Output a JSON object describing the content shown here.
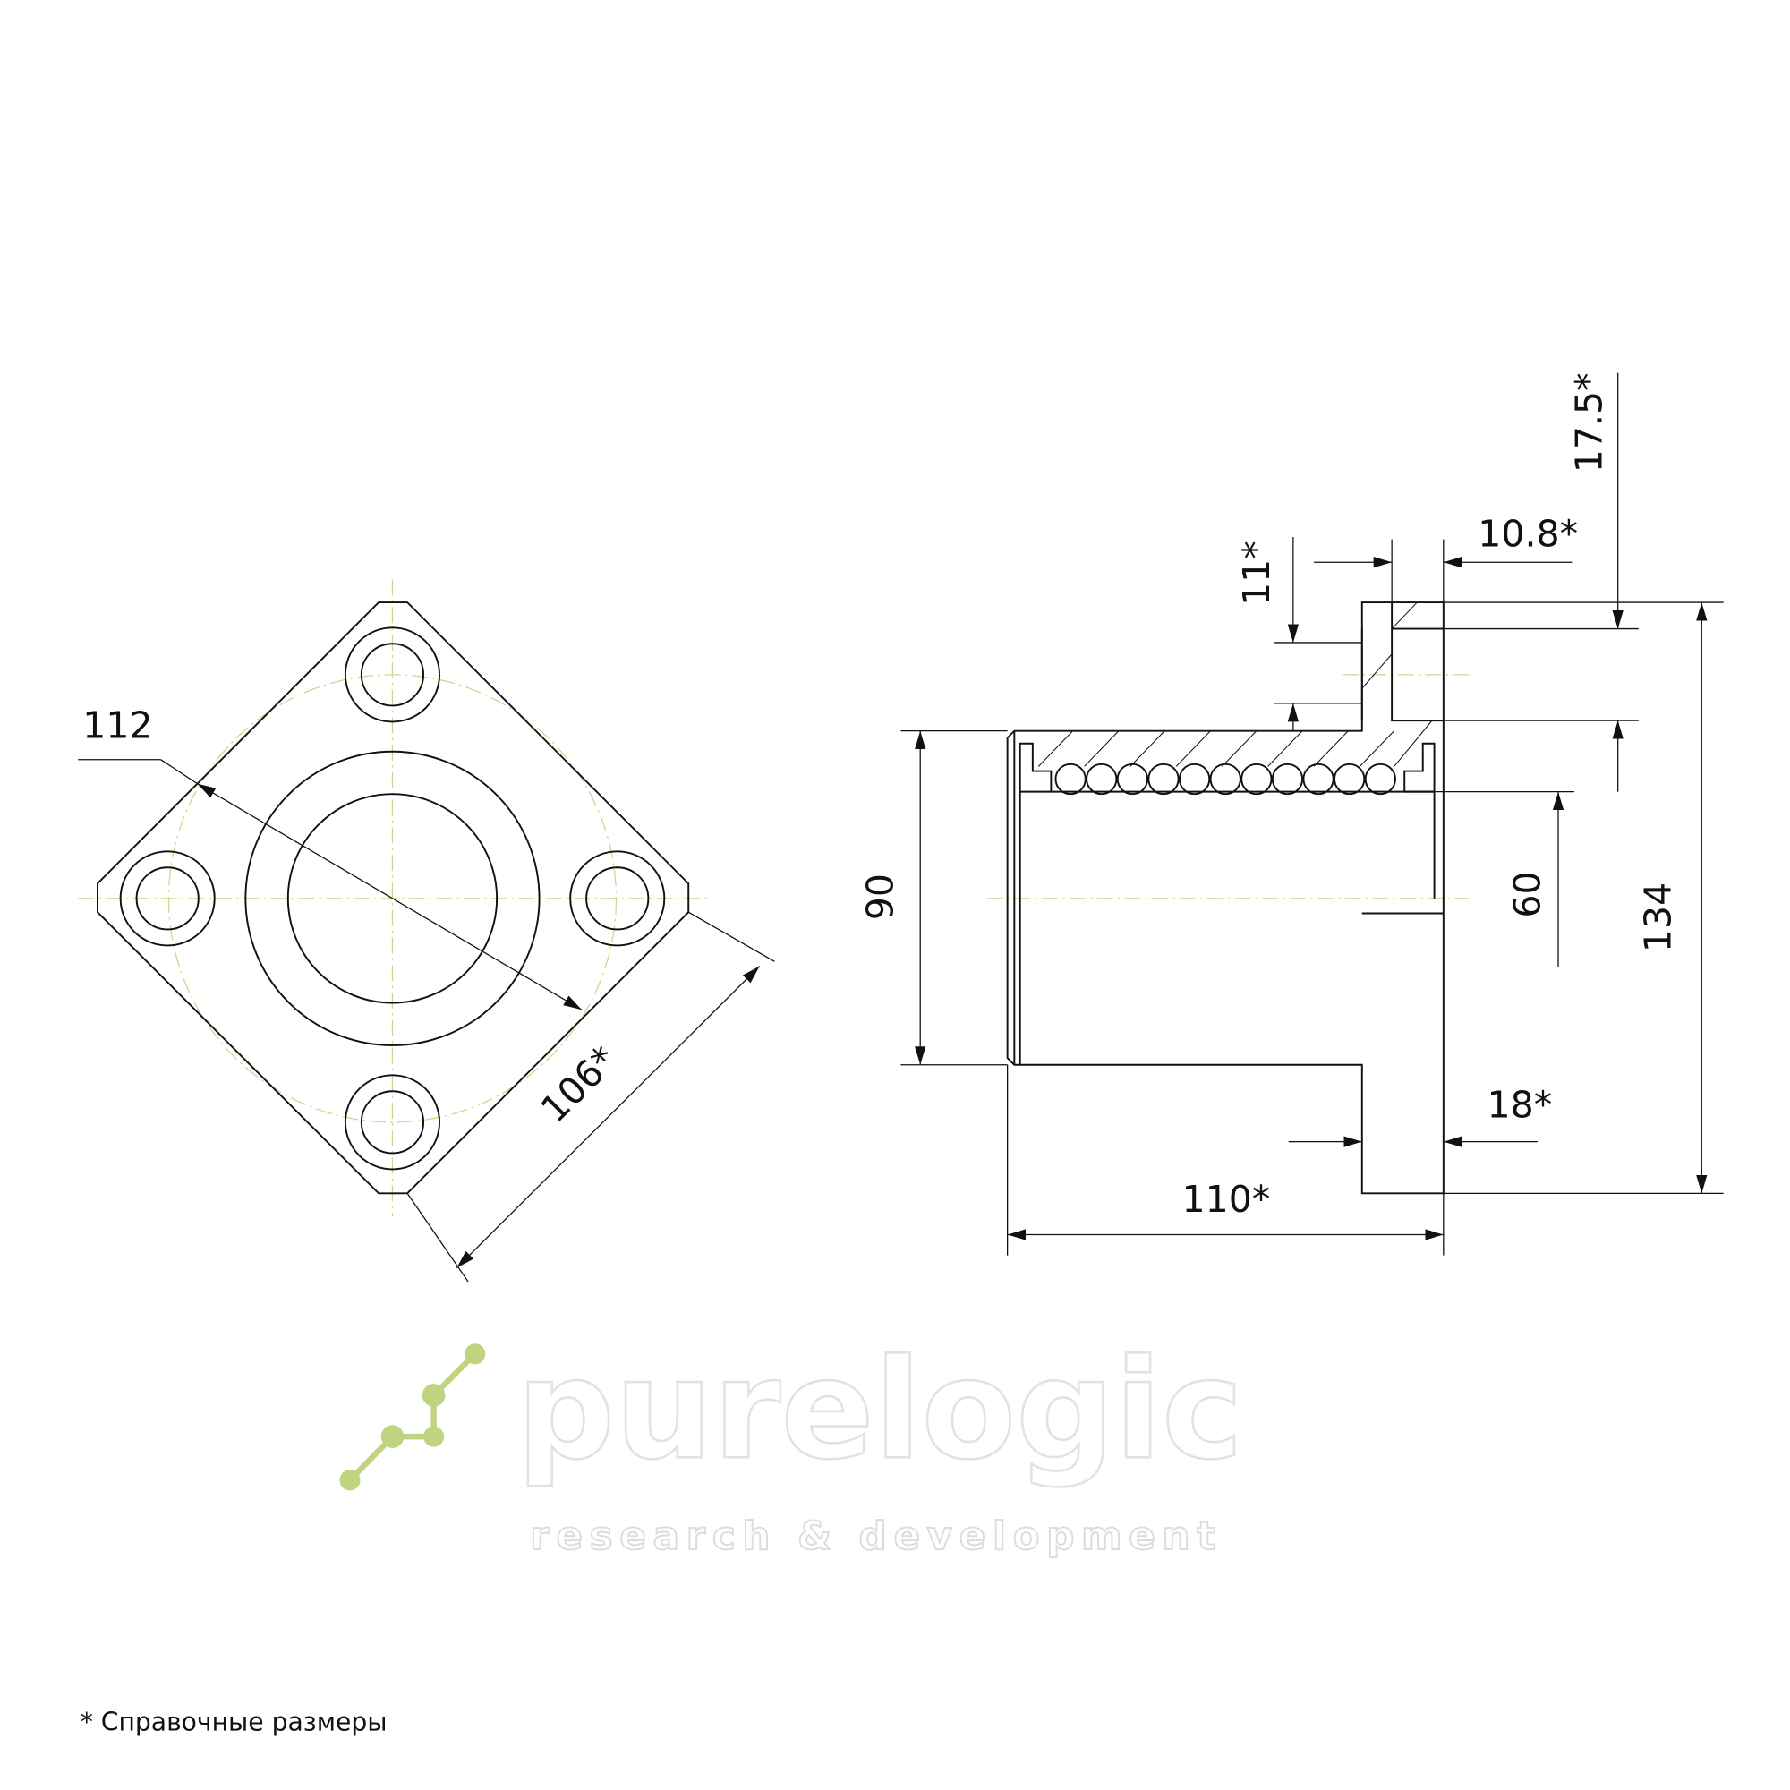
{
  "drawing": {
    "front_view": {
      "dimensions": {
        "diagonal": "112",
        "flange_width": "106*"
      }
    },
    "side_view": {
      "dimensions": {
        "bore_diameter": "90",
        "inner_diameter": "60",
        "flange_height": "134",
        "length": "110*",
        "flange_thickness": "18*",
        "flange_recess": "10.8*",
        "counterbore": "11*",
        "hole_offset": "17.5*"
      }
    },
    "footnote": "* Справочные размеры",
    "watermark": {
      "brand": "purelogic",
      "tagline": "research & development"
    },
    "colors": {
      "line": "#111111",
      "centerline": "#c9d98a",
      "logo": "#b5cc6a"
    }
  }
}
